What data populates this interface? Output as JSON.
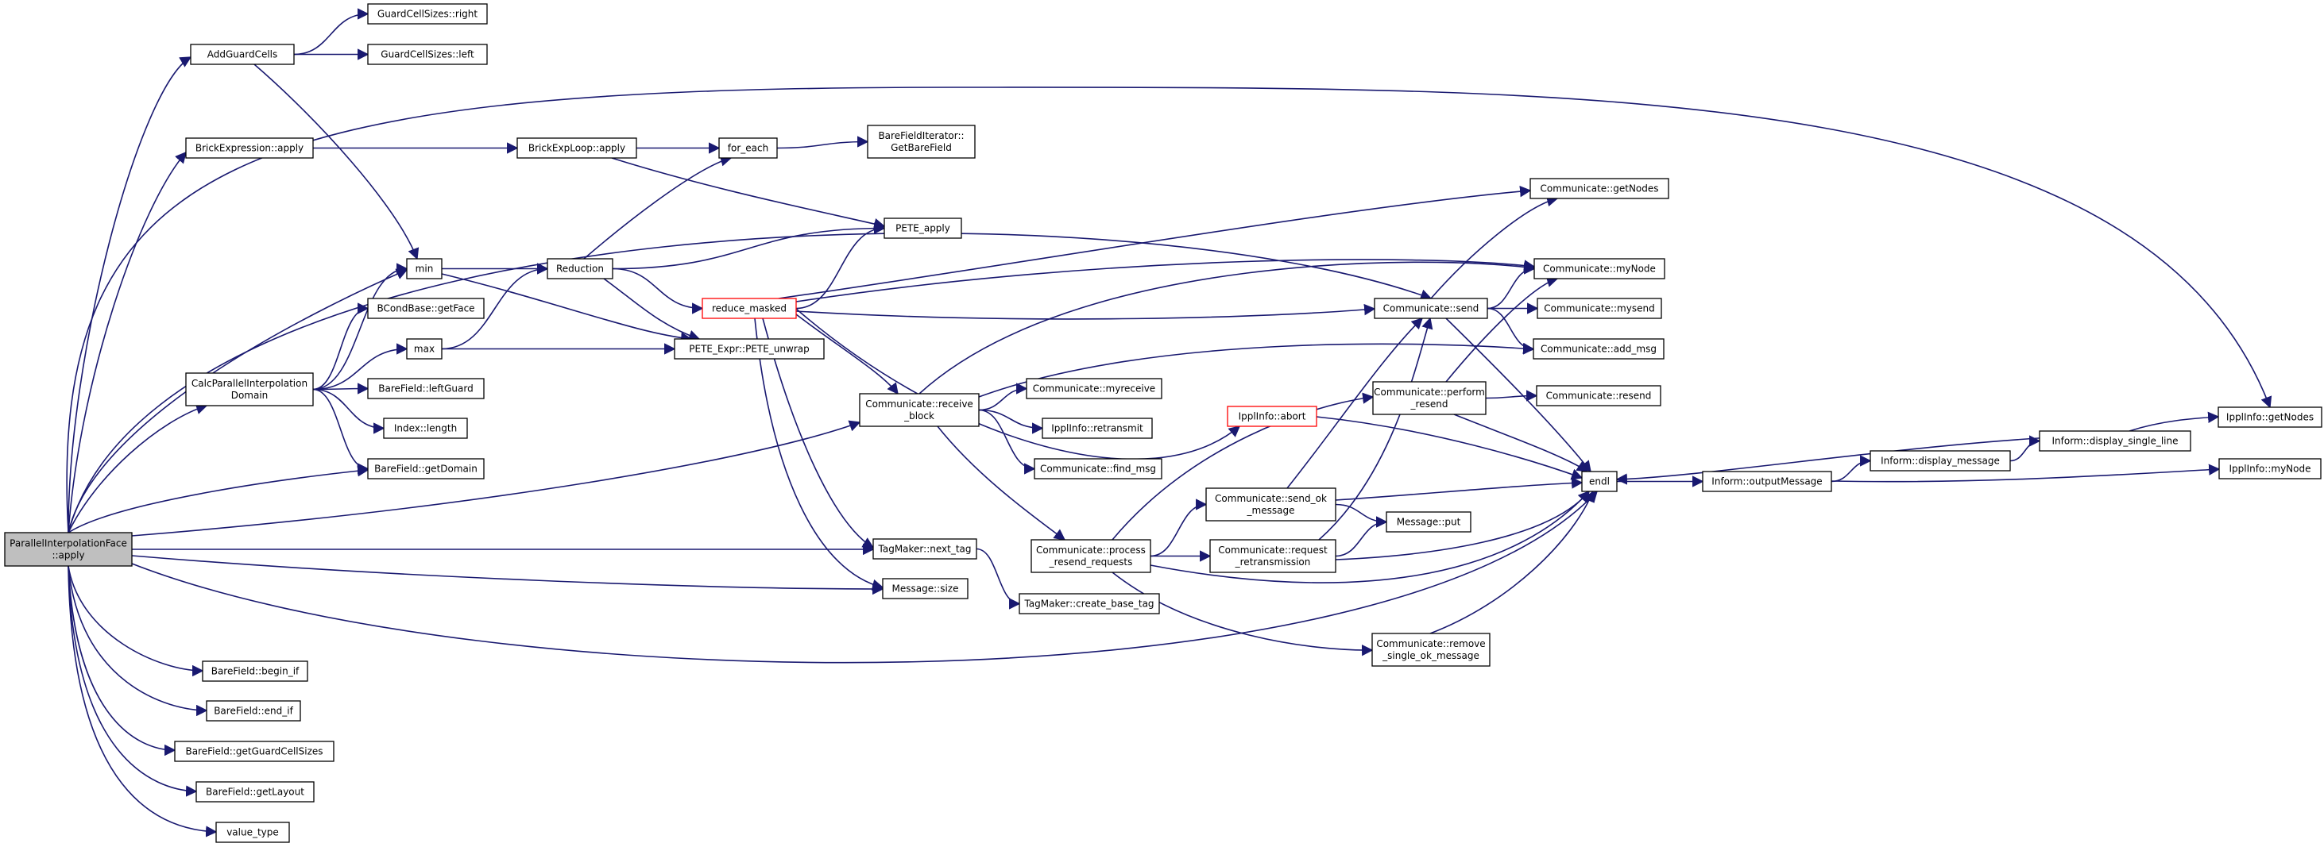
{
  "colors": {
    "edge": "#191970",
    "root_fill": "#bfbfbf",
    "node_fill": "#ffffff",
    "node_border": "#000000",
    "truncated_border": "#ff0000"
  },
  "nodes": [
    {
      "id": "root",
      "lines": [
        "ParallelInterpolationFace",
        "::apply"
      ],
      "root": true
    },
    {
      "id": "addguard",
      "lines": [
        "AddGuardCells"
      ]
    },
    {
      "id": "gcs_right",
      "lines": [
        "GuardCellSizes::right"
      ]
    },
    {
      "id": "gcs_left",
      "lines": [
        "GuardCellSizes::left"
      ]
    },
    {
      "id": "brickexpr",
      "lines": [
        "BrickExpression::apply"
      ]
    },
    {
      "id": "brickloop",
      "lines": [
        "BrickExpLoop::apply"
      ]
    },
    {
      "id": "foreach",
      "lines": [
        "for_each"
      ]
    },
    {
      "id": "bfiter",
      "lines": [
        "BareFieldIterator::",
        "GetBareField"
      ]
    },
    {
      "id": "pete_apply",
      "lines": [
        "PETE_apply"
      ]
    },
    {
      "id": "min",
      "lines": [
        "min"
      ]
    },
    {
      "id": "reduction",
      "lines": [
        "Reduction"
      ]
    },
    {
      "id": "reduce_masked",
      "lines": [
        "reduce_masked"
      ],
      "truncated": true
    },
    {
      "id": "bcond",
      "lines": [
        "BCondBase::getFace"
      ]
    },
    {
      "id": "max",
      "lines": [
        "max"
      ]
    },
    {
      "id": "pete_unwrap",
      "lines": [
        "PETE_Expr::PETE_unwrap"
      ]
    },
    {
      "id": "calcpar",
      "lines": [
        "CalcParallelInterpolation",
        "Domain"
      ]
    },
    {
      "id": "leftguard",
      "lines": [
        "BareField::leftGuard"
      ]
    },
    {
      "id": "idxlen",
      "lines": [
        "Index::length"
      ]
    },
    {
      "id": "getdomain",
      "lines": [
        "BareField::getDomain"
      ]
    },
    {
      "id": "recvblock",
      "lines": [
        "Communicate::receive",
        "_block"
      ]
    },
    {
      "id": "myreceive",
      "lines": [
        "Communicate::myreceive"
      ]
    },
    {
      "id": "retransmit",
      "lines": [
        "IpplInfo::retransmit"
      ]
    },
    {
      "id": "findmsg",
      "lines": [
        "Communicate::find_msg"
      ]
    },
    {
      "id": "procresend",
      "lines": [
        "Communicate::process",
        "_resend_requests"
      ]
    },
    {
      "id": "nexttag",
      "lines": [
        "TagMaker::next_tag"
      ]
    },
    {
      "id": "createbasetag",
      "lines": [
        "TagMaker::create_base_tag"
      ]
    },
    {
      "id": "msgsize",
      "lines": [
        "Message::size"
      ]
    },
    {
      "id": "beginif",
      "lines": [
        "BareField::begin_if"
      ]
    },
    {
      "id": "endif",
      "lines": [
        "BareField::end_if"
      ]
    },
    {
      "id": "getgcs",
      "lines": [
        "BareField::getGuardCellSizes"
      ]
    },
    {
      "id": "getlayout",
      "lines": [
        "BareField::getLayout"
      ]
    },
    {
      "id": "valuetype",
      "lines": [
        "value_type"
      ]
    },
    {
      "id": "abort",
      "lines": [
        "IpplInfo::abort"
      ],
      "truncated": true
    },
    {
      "id": "sendok",
      "lines": [
        "Communicate::send_ok",
        "_message"
      ]
    },
    {
      "id": "reqretrans",
      "lines": [
        "Communicate::request",
        "_retransmission"
      ]
    },
    {
      "id": "msgput",
      "lines": [
        "Message::put"
      ]
    },
    {
      "id": "removesingle",
      "lines": [
        "Communicate::remove",
        "_single_ok_message"
      ]
    },
    {
      "id": "send",
      "lines": [
        "Communicate::send"
      ]
    },
    {
      "id": "performresend",
      "lines": [
        "Communicate::perform",
        "_resend"
      ]
    },
    {
      "id": "getnodes",
      "lines": [
        "Communicate::getNodes"
      ]
    },
    {
      "id": "mynode",
      "lines": [
        "Communicate::myNode"
      ]
    },
    {
      "id": "mysend",
      "lines": [
        "Communicate::mysend"
      ]
    },
    {
      "id": "addmsg",
      "lines": [
        "Communicate::add_msg"
      ]
    },
    {
      "id": "resend",
      "lines": [
        "Communicate::resend"
      ]
    },
    {
      "id": "endl",
      "lines": [
        "endl"
      ]
    },
    {
      "id": "outputmsg",
      "lines": [
        "Inform::outputMessage"
      ]
    },
    {
      "id": "dispmsg",
      "lines": [
        "Inform::display_message"
      ]
    },
    {
      "id": "dispsingle",
      "lines": [
        "Inform::display_single_line"
      ]
    },
    {
      "id": "ippl_getnodes",
      "lines": [
        "IpplInfo::getNodes"
      ]
    },
    {
      "id": "ippl_mynode",
      "lines": [
        "IpplInfo::myNode"
      ]
    }
  ],
  "edges": [
    [
      "root",
      "addguard"
    ],
    [
      "root",
      "brickexpr"
    ],
    [
      "root",
      "min"
    ],
    [
      "root",
      "calcpar"
    ],
    [
      "root",
      "getdomain"
    ],
    [
      "root",
      "recvblock"
    ],
    [
      "root",
      "nexttag"
    ],
    [
      "root",
      "msgsize"
    ],
    [
      "root",
      "endl"
    ],
    [
      "root",
      "beginif"
    ],
    [
      "root",
      "endif"
    ],
    [
      "root",
      "getgcs"
    ],
    [
      "root",
      "getlayout"
    ],
    [
      "root",
      "valuetype"
    ],
    [
      "root",
      "send"
    ],
    [
      "root",
      "ippl_getnodes"
    ],
    [
      "addguard",
      "gcs_right"
    ],
    [
      "addguard",
      "gcs_left"
    ],
    [
      "addguard",
      "min"
    ],
    [
      "brickexpr",
      "brickloop"
    ],
    [
      "brickloop",
      "foreach"
    ],
    [
      "brickloop",
      "pete_apply"
    ],
    [
      "foreach",
      "bfiter"
    ],
    [
      "min",
      "reduction"
    ],
    [
      "min",
      "pete_unwrap"
    ],
    [
      "reduction",
      "foreach"
    ],
    [
      "reduction",
      "pete_apply"
    ],
    [
      "reduction",
      "reduce_masked"
    ],
    [
      "reduction",
      "pete_unwrap"
    ],
    [
      "max",
      "reduction"
    ],
    [
      "max",
      "pete_unwrap"
    ],
    [
      "calcpar",
      "min"
    ],
    [
      "calcpar",
      "bcond"
    ],
    [
      "calcpar",
      "max"
    ],
    [
      "calcpar",
      "leftguard"
    ],
    [
      "calcpar",
      "idxlen"
    ],
    [
      "calcpar",
      "getdomain"
    ],
    [
      "reduce_masked",
      "pete_apply"
    ],
    [
      "reduce_masked",
      "getnodes"
    ],
    [
      "reduce_masked",
      "mynode"
    ],
    [
      "reduce_masked",
      "send"
    ],
    [
      "reduce_masked",
      "recvblock"
    ],
    [
      "reduce_masked",
      "abort"
    ],
    [
      "reduce_masked",
      "nexttag"
    ],
    [
      "reduce_masked",
      "msgsize"
    ],
    [
      "recvblock",
      "myreceive"
    ],
    [
      "recvblock",
      "retransmit"
    ],
    [
      "recvblock",
      "findmsg"
    ],
    [
      "recvblock",
      "procresend"
    ],
    [
      "recvblock",
      "mynode"
    ],
    [
      "recvblock",
      "addmsg"
    ],
    [
      "nexttag",
      "createbasetag"
    ],
    [
      "procresend",
      "sendok"
    ],
    [
      "procresend",
      "reqretrans"
    ],
    [
      "procresend",
      "performresend"
    ],
    [
      "procresend",
      "removesingle"
    ],
    [
      "procresend",
      "endl"
    ],
    [
      "sendok",
      "send"
    ],
    [
      "sendok",
      "msgput"
    ],
    [
      "sendok",
      "endl"
    ],
    [
      "reqretrans",
      "send"
    ],
    [
      "reqretrans",
      "msgput"
    ],
    [
      "reqretrans",
      "endl"
    ],
    [
      "removesingle",
      "endl"
    ],
    [
      "abort",
      "endl"
    ],
    [
      "send",
      "getnodes"
    ],
    [
      "send",
      "mynode"
    ],
    [
      "send",
      "mysend"
    ],
    [
      "send",
      "addmsg"
    ],
    [
      "send",
      "endl"
    ],
    [
      "performresend",
      "resend"
    ],
    [
      "performresend",
      "mynode"
    ],
    [
      "performresend",
      "endl"
    ],
    [
      "endl",
      "outputmsg"
    ],
    [
      "outputmsg",
      "dispmsg"
    ],
    [
      "outputmsg",
      "ippl_mynode"
    ],
    [
      "dispmsg",
      "dispsingle"
    ],
    [
      "dispsingle",
      "ippl_getnodes"
    ],
    [
      "dispsingle",
      "endl"
    ]
  ]
}
